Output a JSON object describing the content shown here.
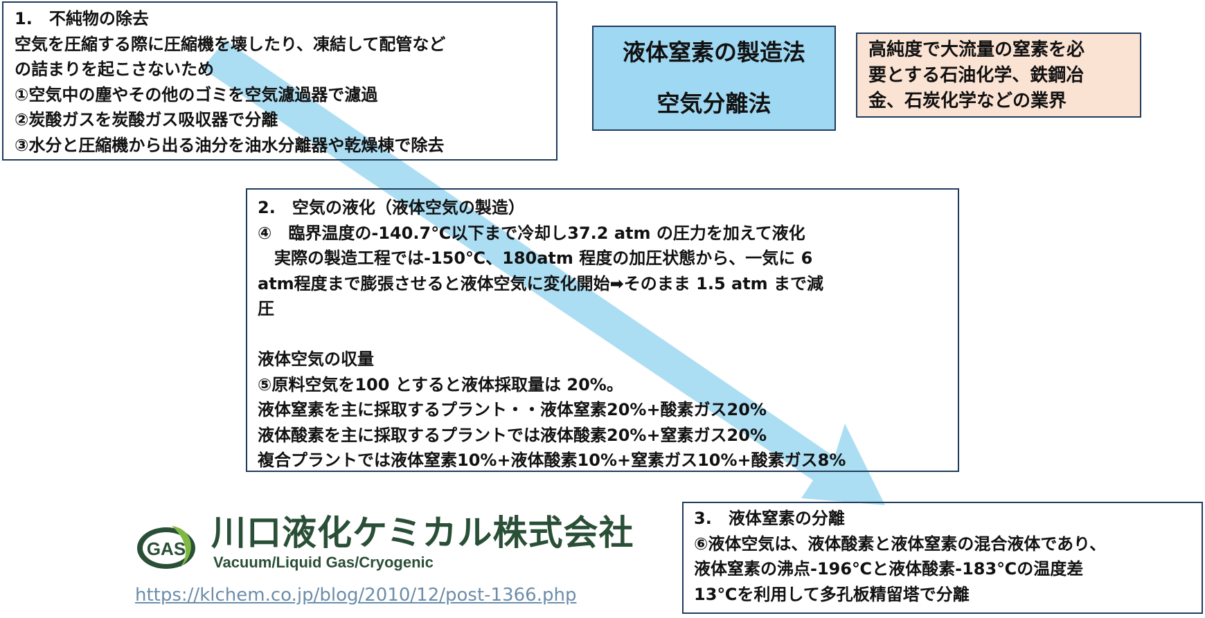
{
  "title": {
    "line1": "液体窒素の製造法",
    "line2": "空気分離法"
  },
  "industry_note": {
    "lines": [
      "高純度で大流量の窒素を必",
      "要とする石油化学、鉄鋼冶",
      "金、石炭化学などの業界"
    ]
  },
  "step1": {
    "lines": [
      "1.　不純物の除去",
      "空気を圧縮する際に圧縮機を壊したり、凍結して配管など",
      "の詰まりを起こさないため",
      "①空気中の塵やその他のゴミを空気濾過器で濾過",
      "②炭酸ガスを炭酸ガス吸収器で分離",
      "③水分と圧縮機から出る油分を油水分離器や乾燥棟で除去"
    ]
  },
  "step2": {
    "lines": [
      "2.　空気の液化（液体空気の製造）",
      "④　臨界温度の-140.7℃以下まで冷却し37.2 atm の圧力を加えて液化",
      "　実際の製造工程では-150℃、180atm 程度の加圧状態から、一気に 6",
      "atm程度まで膨張させると液体空気に変化開始➡そのまま 1.5 atm まで減",
      "圧",
      "",
      "液体空気の収量",
      "⑤原料空気を100 とすると液体採取量は 20%。",
      "液体窒素を主に採取するプラント・・液体窒素20%+酸素ガス20%",
      "液体酸素を主に採取するプラントでは液体酸素20%+窒素ガス20%",
      "複合プラントでは液体窒素10%+液体酸素10%+窒素ガス10%+酸素ガス8%"
    ]
  },
  "step3": {
    "lines": [
      "3.　液体窒素の分離",
      "⑥液体空気は、液体酸素と液体窒素の混合液体であり、",
      "液体窒素の沸点-196℃と液体酸素-183℃の温度差",
      "13℃を利用して多孔板精留塔で分離"
    ]
  },
  "logo": {
    "badge_text": "GAS",
    "company_name": "川口液化ケミカル株式会社",
    "tagline": "Vacuum/Liquid Gas/Cryogenic"
  },
  "source": {
    "url": "https://klchem.co.jp/blog/2010/12/post-1366.php"
  },
  "colors": {
    "arrow": "#a8dcf2",
    "title_bg": "#9fd8f2",
    "note_bg": "#fbe3d4",
    "border": "#1f3a5c",
    "logo_green": "#2a4f37"
  }
}
